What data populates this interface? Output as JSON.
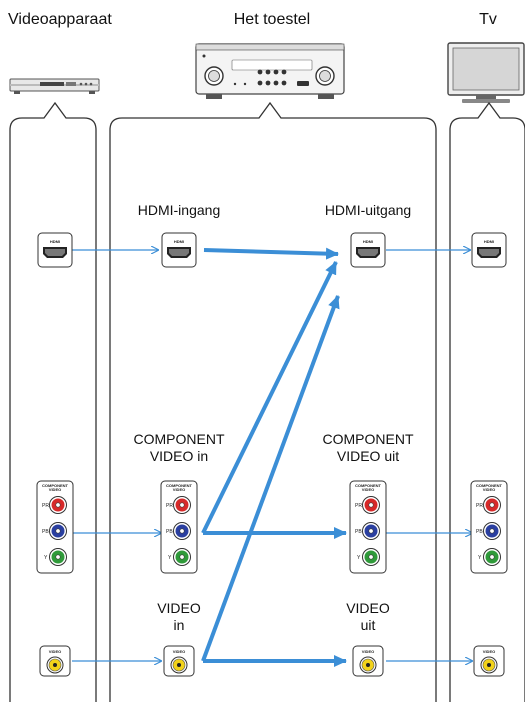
{
  "devices": {
    "source": "Videoapparaat",
    "unit": "Het toestel",
    "tv": "Tv"
  },
  "labels": {
    "hdmi_in": "HDMI-ingang",
    "hdmi_out": "HDMI-uitgang",
    "component_in_1": "COMPONENT",
    "component_in_2": "VIDEO in",
    "component_out_1": "COMPONENT",
    "component_out_2": "VIDEO uit",
    "video_in_1": "VIDEO",
    "video_in_2": "in",
    "video_out_1": "VIDEO",
    "video_out_2": "uit"
  },
  "jacks": {
    "hdmi": "HDMI",
    "component_1": "COMPONENT",
    "component_2": "VIDEO",
    "pr": "PR",
    "pb": "PB",
    "y": "Y",
    "video": "VIDEO"
  },
  "colors": {
    "arrow": "#3b8ed6",
    "red": "#d62828",
    "blue": "#2a3fa0",
    "green": "#2f9a3a",
    "yellow": "#f2d21a"
  }
}
